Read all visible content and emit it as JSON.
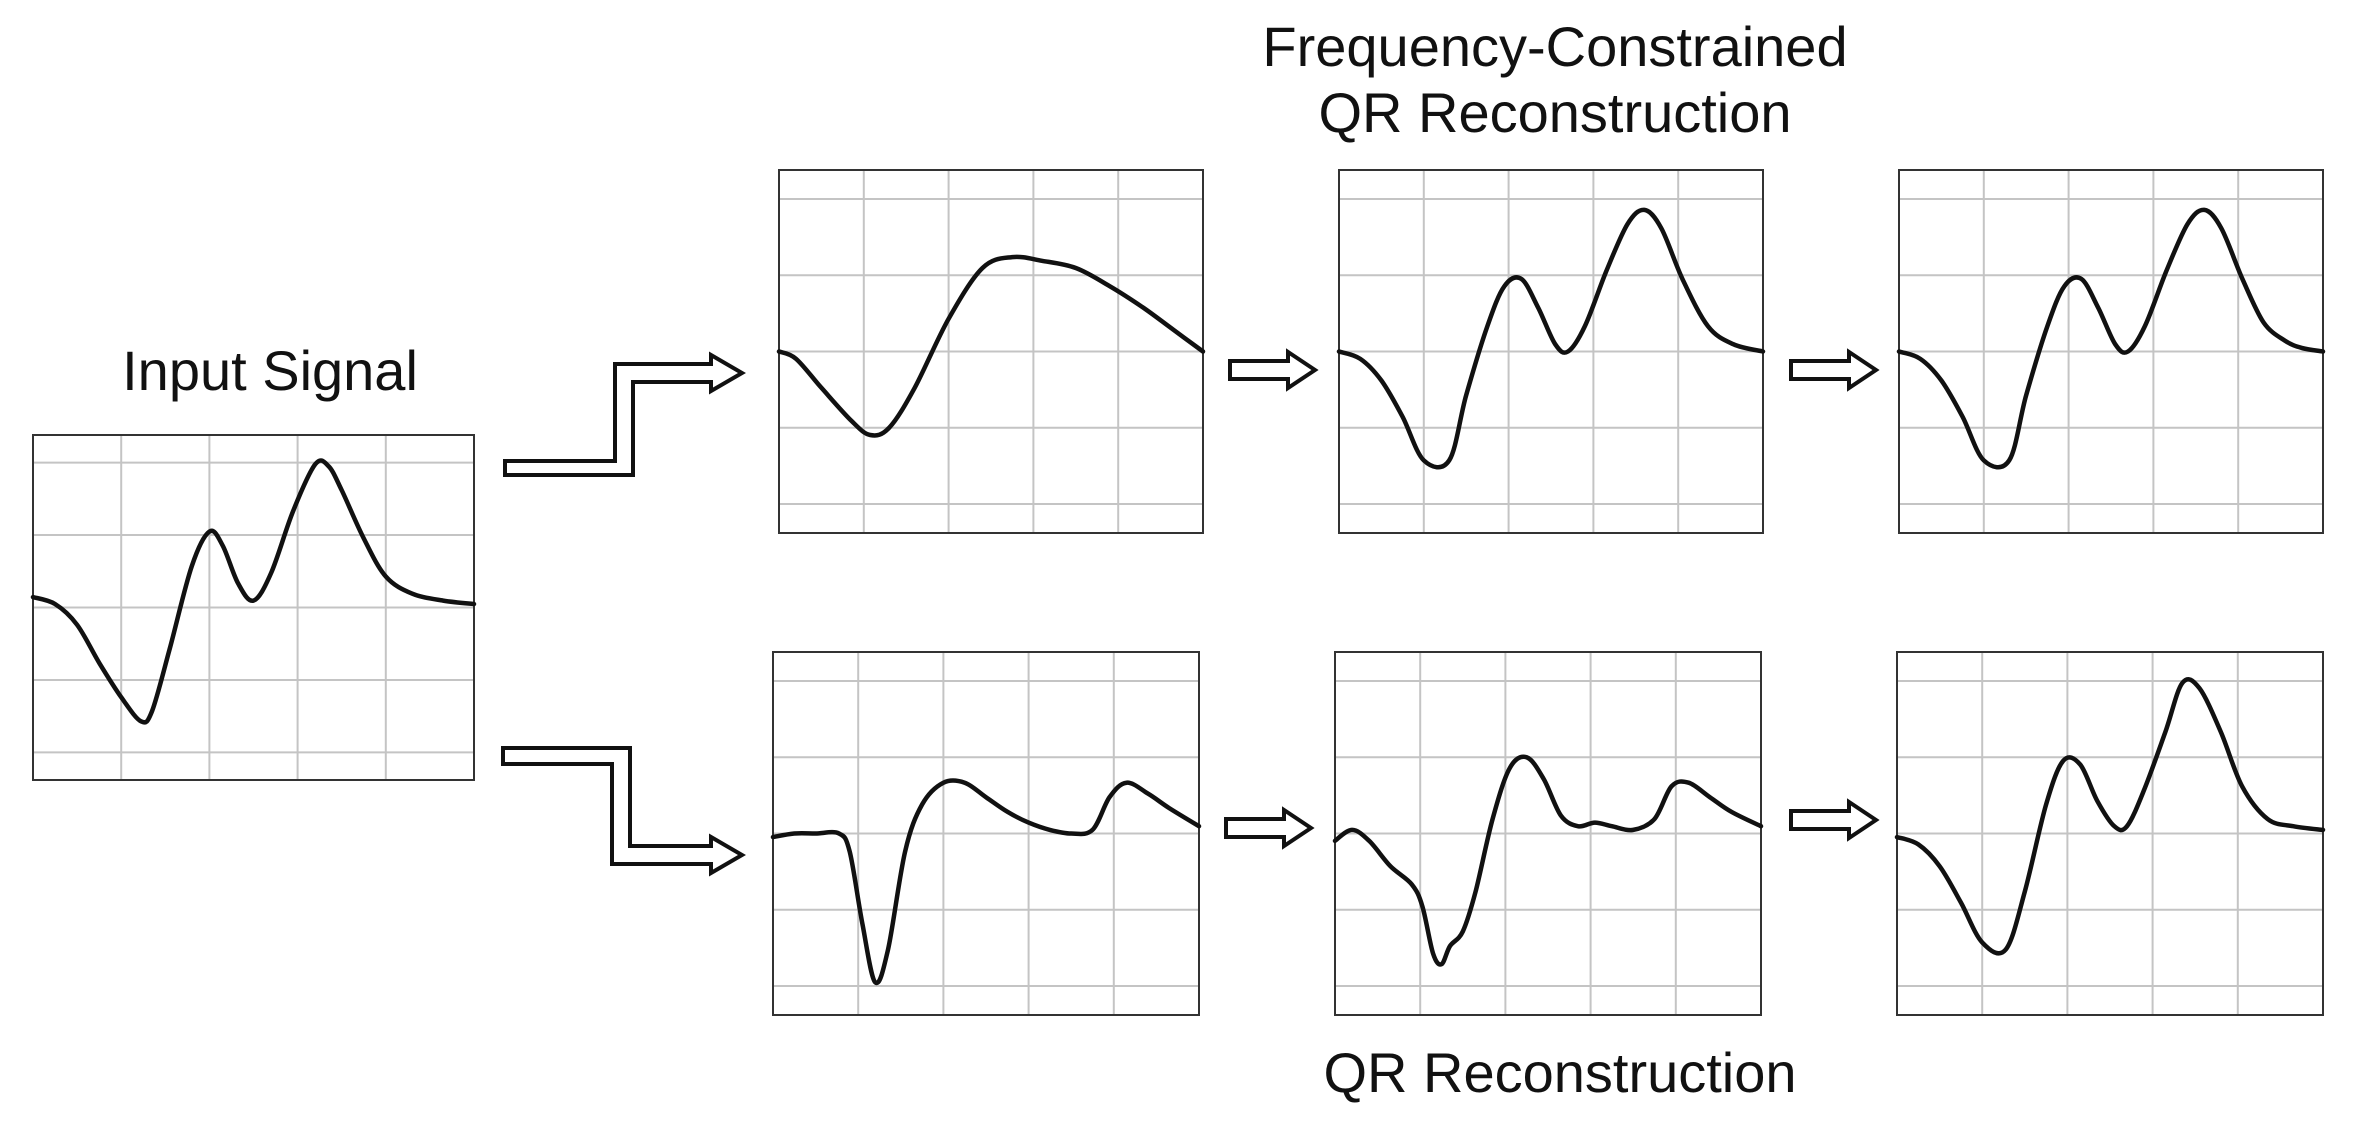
{
  "labels": {
    "input_signal": "Input Signal",
    "top_line1": "Frequency-Constrained",
    "top_line2": "QR Reconstruction",
    "bottom": "QR Reconstruction"
  },
  "colors": {
    "curve": "#111111",
    "grid": "#c4c4c4",
    "frame": "#333333",
    "arrow_stroke": "#111111",
    "arrow_fill": "#ffffff"
  },
  "panels": [
    {
      "id": "input",
      "name": "input-signal-plot",
      "points": [
        [
          0,
          0.47
        ],
        [
          0.05,
          0.49
        ],
        [
          0.1,
          0.55
        ],
        [
          0.15,
          0.66
        ],
        [
          0.2,
          0.76
        ],
        [
          0.245,
          0.83
        ],
        [
          0.27,
          0.8
        ],
        [
          0.31,
          0.62
        ],
        [
          0.36,
          0.38
        ],
        [
          0.4,
          0.28
        ],
        [
          0.43,
          0.32
        ],
        [
          0.465,
          0.43
        ],
        [
          0.5,
          0.48
        ],
        [
          0.54,
          0.4
        ],
        [
          0.59,
          0.22
        ],
        [
          0.64,
          0.085
        ],
        [
          0.67,
          0.09
        ],
        [
          0.7,
          0.16
        ],
        [
          0.75,
          0.3
        ],
        [
          0.8,
          0.41
        ],
        [
          0.86,
          0.46
        ],
        [
          0.93,
          0.48
        ],
        [
          1,
          0.49
        ]
      ]
    },
    {
      "id": "top1",
      "name": "top-stage1-plot",
      "points": [
        [
          0,
          0.5
        ],
        [
          0.04,
          0.52
        ],
        [
          0.1,
          0.6
        ],
        [
          0.17,
          0.69
        ],
        [
          0.215,
          0.73
        ],
        [
          0.26,
          0.71
        ],
        [
          0.32,
          0.6
        ],
        [
          0.4,
          0.41
        ],
        [
          0.48,
          0.27
        ],
        [
          0.55,
          0.24
        ],
        [
          0.62,
          0.25
        ],
        [
          0.7,
          0.27
        ],
        [
          0.78,
          0.32
        ],
        [
          0.86,
          0.38
        ],
        [
          0.93,
          0.44
        ],
        [
          1,
          0.5
        ]
      ]
    },
    {
      "id": "top2",
      "name": "top-stage2-plot",
      "points": [
        [
          0,
          0.5
        ],
        [
          0.05,
          0.52
        ],
        [
          0.1,
          0.58
        ],
        [
          0.15,
          0.68
        ],
        [
          0.2,
          0.8
        ],
        [
          0.26,
          0.8
        ],
        [
          0.3,
          0.62
        ],
        [
          0.35,
          0.43
        ],
        [
          0.39,
          0.32
        ],
        [
          0.43,
          0.3
        ],
        [
          0.47,
          0.38
        ],
        [
          0.51,
          0.48
        ],
        [
          0.54,
          0.5
        ],
        [
          0.58,
          0.43
        ],
        [
          0.63,
          0.28
        ],
        [
          0.68,
          0.15
        ],
        [
          0.72,
          0.11
        ],
        [
          0.76,
          0.16
        ],
        [
          0.81,
          0.3
        ],
        [
          0.87,
          0.43
        ],
        [
          0.93,
          0.48
        ],
        [
          1,
          0.5
        ]
      ]
    },
    {
      "id": "top3",
      "name": "top-stage3-plot",
      "points": [
        [
          0,
          0.5
        ],
        [
          0.05,
          0.52
        ],
        [
          0.1,
          0.58
        ],
        [
          0.15,
          0.68
        ],
        [
          0.2,
          0.8
        ],
        [
          0.26,
          0.8
        ],
        [
          0.3,
          0.62
        ],
        [
          0.35,
          0.43
        ],
        [
          0.39,
          0.32
        ],
        [
          0.43,
          0.3
        ],
        [
          0.47,
          0.38
        ],
        [
          0.51,
          0.48
        ],
        [
          0.54,
          0.5
        ],
        [
          0.58,
          0.43
        ],
        [
          0.63,
          0.28
        ],
        [
          0.68,
          0.15
        ],
        [
          0.72,
          0.11
        ],
        [
          0.76,
          0.16
        ],
        [
          0.81,
          0.3
        ],
        [
          0.86,
          0.42
        ],
        [
          0.91,
          0.47
        ],
        [
          0.95,
          0.49
        ],
        [
          1,
          0.5
        ]
      ]
    },
    {
      "id": "bot1",
      "name": "bottom-stage1-plot",
      "points": [
        [
          0,
          0.51
        ],
        [
          0.05,
          0.5
        ],
        [
          0.1,
          0.5
        ],
        [
          0.155,
          0.5
        ],
        [
          0.18,
          0.55
        ],
        [
          0.21,
          0.75
        ],
        [
          0.24,
          0.91
        ],
        [
          0.27,
          0.82
        ],
        [
          0.31,
          0.55
        ],
        [
          0.35,
          0.42
        ],
        [
          0.4,
          0.36
        ],
        [
          0.45,
          0.36
        ],
        [
          0.5,
          0.4
        ],
        [
          0.55,
          0.44
        ],
        [
          0.6,
          0.47
        ],
        [
          0.65,
          0.49
        ],
        [
          0.7,
          0.5
        ],
        [
          0.75,
          0.49
        ],
        [
          0.79,
          0.4
        ],
        [
          0.83,
          0.36
        ],
        [
          0.88,
          0.39
        ],
        [
          0.93,
          0.43
        ],
        [
          1,
          0.48
        ]
      ]
    },
    {
      "id": "bot2",
      "name": "bottom-stage2-plot",
      "points": [
        [
          0,
          0.52
        ],
        [
          0.04,
          0.49
        ],
        [
          0.08,
          0.52
        ],
        [
          0.13,
          0.59
        ],
        [
          0.18,
          0.64
        ],
        [
          0.205,
          0.7
        ],
        [
          0.23,
          0.83
        ],
        [
          0.25,
          0.86
        ],
        [
          0.27,
          0.81
        ],
        [
          0.3,
          0.77
        ],
        [
          0.33,
          0.66
        ],
        [
          0.37,
          0.46
        ],
        [
          0.41,
          0.32
        ],
        [
          0.45,
          0.29
        ],
        [
          0.49,
          0.35
        ],
        [
          0.53,
          0.45
        ],
        [
          0.57,
          0.48
        ],
        [
          0.61,
          0.47
        ],
        [
          0.65,
          0.48
        ],
        [
          0.7,
          0.49
        ],
        [
          0.75,
          0.46
        ],
        [
          0.79,
          0.37
        ],
        [
          0.83,
          0.36
        ],
        [
          0.88,
          0.4
        ],
        [
          0.93,
          0.44
        ],
        [
          1,
          0.48
        ]
      ]
    },
    {
      "id": "bot3",
      "name": "bottom-stage3-plot",
      "points": [
        [
          0,
          0.51
        ],
        [
          0.05,
          0.53
        ],
        [
          0.1,
          0.59
        ],
        [
          0.15,
          0.69
        ],
        [
          0.2,
          0.8
        ],
        [
          0.255,
          0.82
        ],
        [
          0.3,
          0.66
        ],
        [
          0.35,
          0.42
        ],
        [
          0.39,
          0.3
        ],
        [
          0.43,
          0.31
        ],
        [
          0.47,
          0.41
        ],
        [
          0.51,
          0.48
        ],
        [
          0.54,
          0.48
        ],
        [
          0.58,
          0.38
        ],
        [
          0.63,
          0.22
        ],
        [
          0.67,
          0.085
        ],
        [
          0.71,
          0.1
        ],
        [
          0.76,
          0.22
        ],
        [
          0.81,
          0.37
        ],
        [
          0.87,
          0.46
        ],
        [
          0.93,
          0.48
        ],
        [
          1,
          0.49
        ]
      ]
    }
  ]
}
